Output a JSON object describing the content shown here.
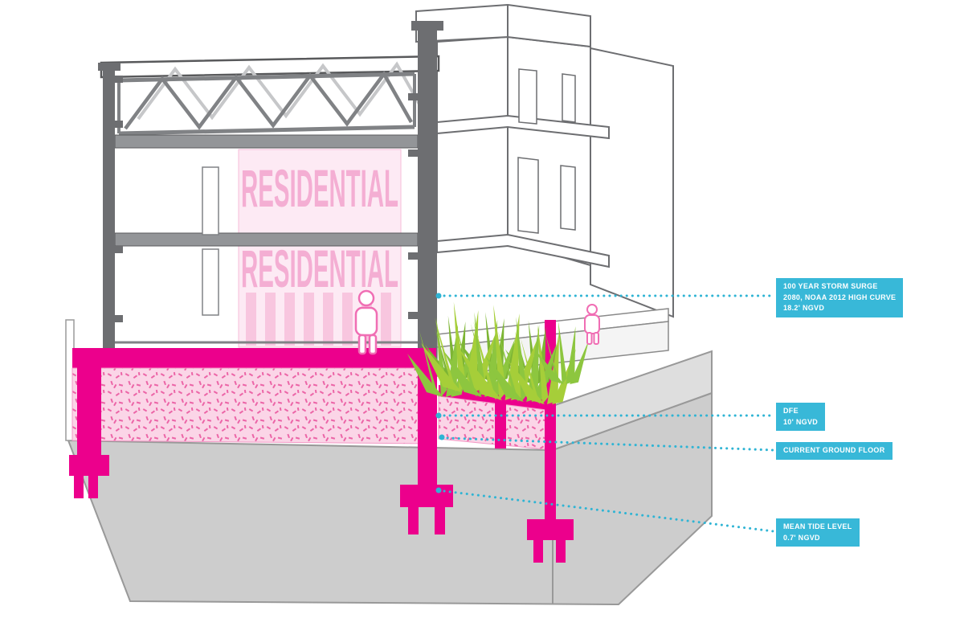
{
  "diagram": {
    "residential_labels": [
      "RESIDENTIAL",
      "RESIDENTIAL"
    ],
    "callouts": {
      "storm_surge": {
        "lines": [
          "100 YEAR STORM SURGE",
          "2080, NOAA 2012 HIGH CURVE",
          "18.2' NGVD"
        ]
      },
      "dfe": {
        "lines": [
          "DFE",
          "10' NGVD"
        ]
      },
      "ground_floor": {
        "lines": [
          "CURRENT GROUND FLOOR"
        ]
      },
      "mean_tide": {
        "lines": [
          "MEAN TIDE LEVEL",
          "0.7' NGVD"
        ]
      }
    },
    "colors": {
      "callout_bg": "#38b8d8",
      "callout_text": "#ffffff",
      "leader_cyan": "#2fb4d4",
      "magenta": "#ec008c",
      "speckle_pink": "#ec65a7",
      "speckle_bg": "#fbd5e7",
      "residential_text_pink": "#f4aed3",
      "panel_pink": "#fdeaf4",
      "grass_green": "#8dc63f",
      "soil_gray": "#cdcdcd",
      "structure_gray": "#6d6e71"
    }
  }
}
